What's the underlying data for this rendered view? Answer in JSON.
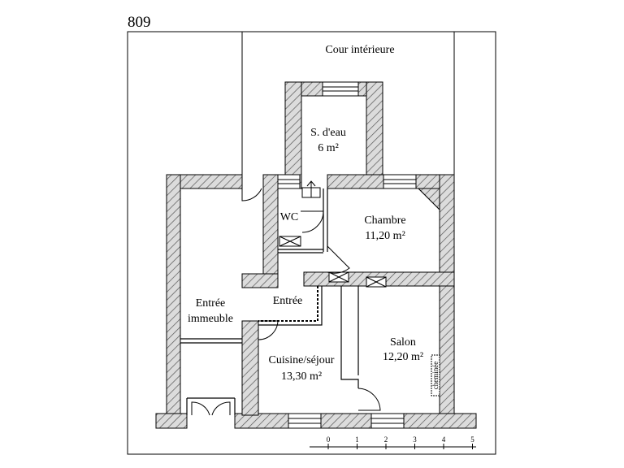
{
  "plan_number": "809",
  "rooms": {
    "cour": {
      "name": "Cour intérieure"
    },
    "sdeau": {
      "name": "S. d'eau",
      "area": "6 m²"
    },
    "wc": {
      "name": "WC"
    },
    "chambre": {
      "name": "Chambre",
      "area": "11,20 m²"
    },
    "entree_immeuble": {
      "name_line1": "Entrée",
      "name_line2": "immeuble"
    },
    "entree": {
      "name": "Entrée"
    },
    "salon": {
      "name": "Salon",
      "area": "12,20 m²"
    },
    "cuisine": {
      "name": "Cuisine/séjour",
      "area": "13,30 m²"
    },
    "cheminee": {
      "name": "cheminée"
    }
  },
  "scale": {
    "ticks": [
      "0",
      "1",
      "2",
      "3",
      "4",
      "5"
    ]
  },
  "colors": {
    "wall_fill": "#d9d9d9",
    "hatch": "#555555",
    "line": "#000000"
  }
}
